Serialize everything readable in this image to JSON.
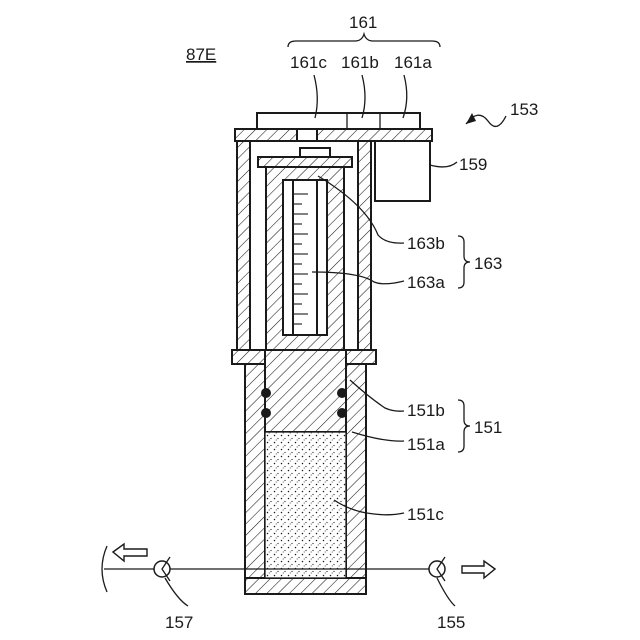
{
  "figure_label": "87E",
  "labels": {
    "l161": "161",
    "l161c": "161c",
    "l161b": "161b",
    "l161a": "161a",
    "l153": "153",
    "l159": "159",
    "l163b": "163b",
    "l163a": "163a",
    "l163": "163",
    "l151b": "151b",
    "l151a": "151a",
    "l151": "151",
    "l151c": "151c",
    "l157": "157",
    "l155": "155"
  }
}
